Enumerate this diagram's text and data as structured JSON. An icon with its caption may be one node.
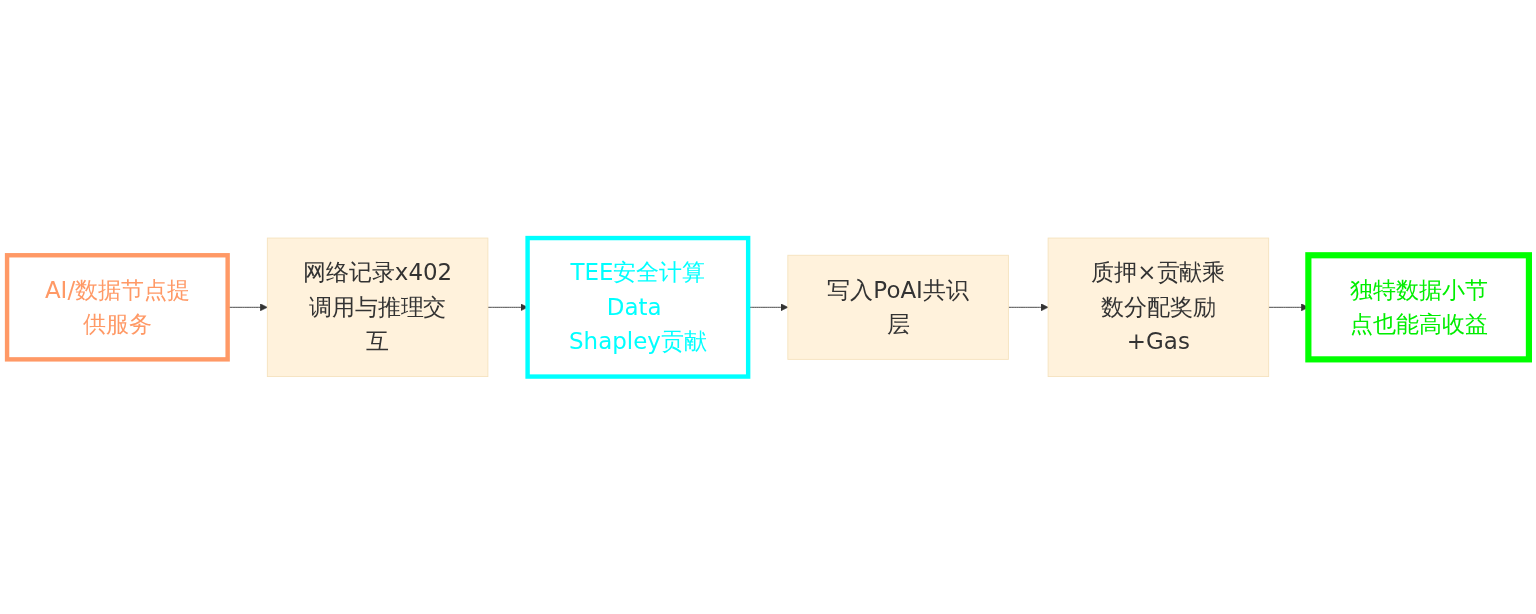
{
  "diagram": {
    "nodes": [
      {
        "text": [
          "AI/数据节点提供服务"
        ]
      },
      {
        "text": [
          "网络记录x402调用与推理交互"
        ]
      },
      {
        "text": [
          "TEE安全计算Data Shapley贡献"
        ]
      },
      {
        "text": [
          "写入PoAI共识层"
        ]
      },
      {
        "text": [
          "质押×贡献乘数分配奖励+Gas"
        ]
      },
      {
        "text": [
          "独特数据小节点也能高收益"
        ]
      }
    ],
    "edges": [
      {
        "from": 0,
        "to": 1,
        "arrow": "to"
      },
      {
        "from": 1,
        "to": 2,
        "arrow": "to"
      },
      {
        "from": 2,
        "to": 3,
        "arrow": "to"
      },
      {
        "from": 3,
        "to": 4,
        "arrow": "to"
      },
      {
        "from": 4,
        "to": 5,
        "arrow": "to"
      }
    ]
  }
}
